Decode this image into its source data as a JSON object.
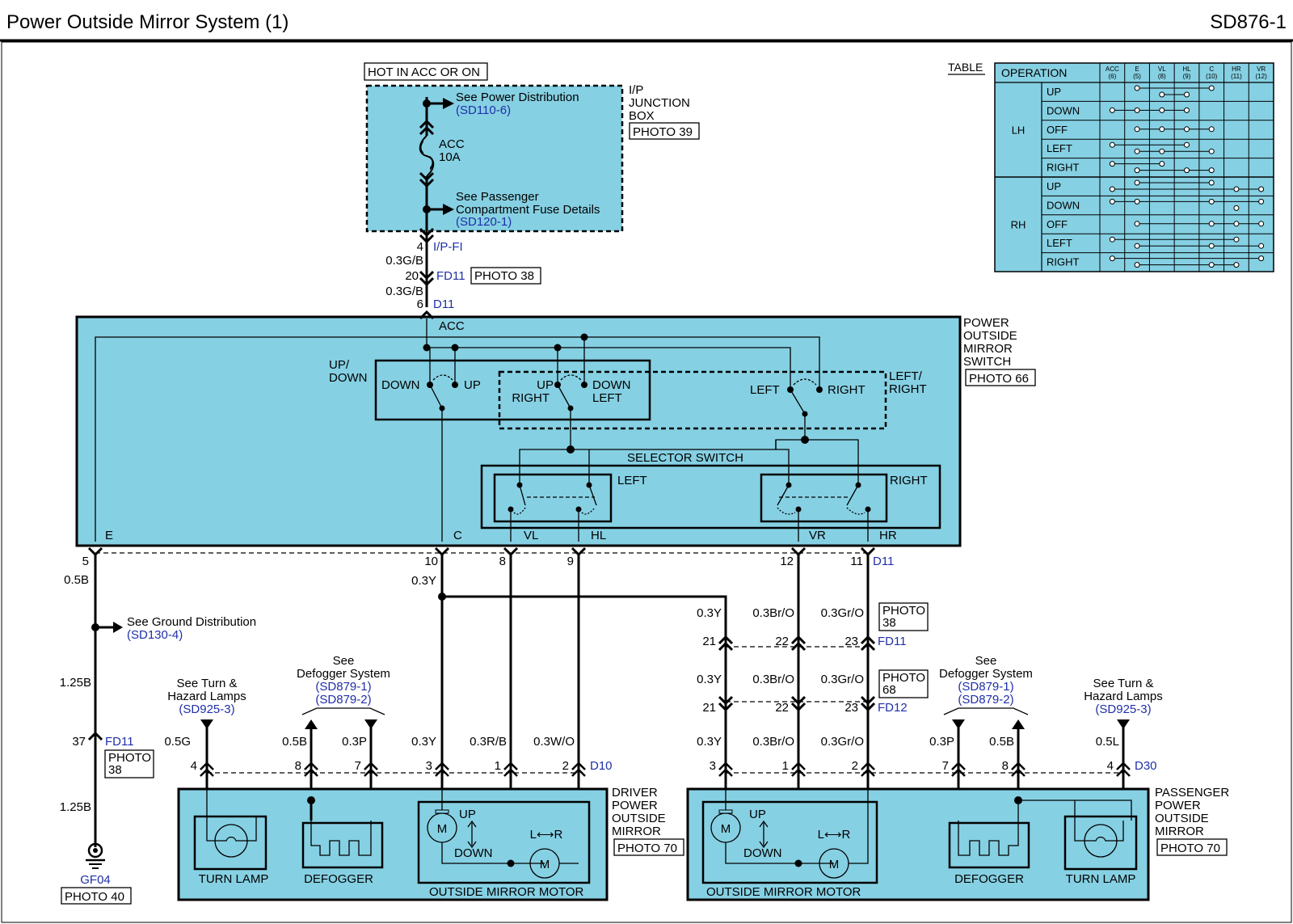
{
  "header": {
    "title": "Power Outside Mirror System (1)",
    "code": "SD876-1"
  },
  "hot": "HOT IN ACC OR ON",
  "jbox": {
    "name1": "I/P",
    "name2": "JUNCTION",
    "name3": "BOX",
    "photo": "PHOTO 39",
    "see_pd": "See Power Distribution",
    "see_pd_ref": "(SD110-6)",
    "fuse1": "ACC",
    "fuse2": "10A",
    "see_pc1": "See Passenger",
    "see_pc2": "Compartment Fuse Details",
    "see_pc_ref": "(SD120-1)"
  },
  "feed": {
    "pin4": "4",
    "ipfi": "I/P-FI",
    "w1": "0.3G/B",
    "pin20": "20",
    "fd11": "FD11",
    "photo38": "PHOTO 38",
    "w2": "0.3G/B",
    "pin6": "6",
    "d11": "D11"
  },
  "sw": {
    "name1": "POWER",
    "name2": "OUTSIDE",
    "name3": "MIRROR",
    "name4": "SWITCH",
    "photo": "PHOTO 66",
    "acc": "ACC",
    "updown1": "UP/",
    "updown2": "DOWN",
    "down": "DOWN",
    "up": "UP",
    "up2": "UP",
    "right2": "RIGHT",
    "down2": "DOWN",
    "left2": "LEFT",
    "left3": "LEFT",
    "right3": "RIGHT",
    "lr1": "LEFT/",
    "lr2": "RIGHT",
    "selector": "SELECTOR SWITCH",
    "sel_left": "LEFT",
    "sel_right": "RIGHT",
    "e": "E",
    "c": "C",
    "vl": "VL",
    "hl": "HL",
    "vr": "VR",
    "hr": "HR"
  },
  "pins": {
    "p5": "5",
    "p10": "10",
    "p8": "8",
    "p9": "9",
    "p12": "12",
    "p11": "11",
    "d11": "D11"
  },
  "ground": {
    "w05b": "0.5B",
    "see": "See Ground Distribution",
    "ref": "(SD130-4)",
    "w125a": "1.25B",
    "pin37": "37",
    "fd11": "FD11",
    "photo1": "PHOTO",
    "photo2": "38",
    "w125b": "1.25B",
    "gf04": "GF04",
    "photo40": "PHOTO 40"
  },
  "mid": {
    "w03y": "0.3Y",
    "c1": {
      "w1": "0.3Y",
      "w2": "0.3Br/O",
      "w3": "0.3Gr/O",
      "p1": "21",
      "p2": "22",
      "p3": "23",
      "fd": "FD11",
      "ph1": "PHOTO",
      "ph2": "38"
    },
    "c2": {
      "w1": "0.3Y",
      "w2": "0.3Br/O",
      "w3": "0.3Gr/O",
      "p1": "21",
      "p2": "22",
      "p3": "23",
      "fd": "FD12",
      "ph1": "PHOTO",
      "ph2": "68"
    }
  },
  "left_side": {
    "turn1": "See Turn &",
    "turn2": "Hazard Lamps",
    "turn_ref": "(SD925-3)",
    "defog1": "See",
    "defog2": "Defogger System",
    "defog_ref1": "(SD879-1)",
    "defog_ref2": "(SD879-2)",
    "wires": [
      "0.5G",
      "0.5B",
      "0.3P",
      "0.3Y",
      "0.3R/B",
      "0.3W/O"
    ],
    "pins": [
      "4",
      "8",
      "7",
      "3",
      "1",
      "2"
    ],
    "d10": "D10",
    "mirror1": "DRIVER",
    "mirror2": "POWER",
    "mirror3": "OUTSIDE",
    "mirror4": "MIRROR",
    "photo": "PHOTO 70",
    "turn_lamp": "TURN LAMP",
    "defogger": "DEFOGGER",
    "motor": "OUTSIDE MIRROR MOTOR",
    "up": "UP",
    "down": "DOWN",
    "lr": "L⟷R",
    "m": "M"
  },
  "right_side": {
    "turn1": "See Turn &",
    "turn2": "Hazard Lamps",
    "turn_ref": "(SD925-3)",
    "defog1": "See",
    "defog2": "Defogger System",
    "defog_ref1": "(SD879-1)",
    "defog_ref2": "(SD879-2)",
    "wires": [
      "0.3Y",
      "0.3Br/O",
      "0.3Gr/O",
      "0.3P",
      "0.5B",
      "0.5L"
    ],
    "pins": [
      "3",
      "1",
      "2",
      "7",
      "8",
      "4"
    ],
    "d30": "D30",
    "mirror1": "PASSENGER",
    "mirror2": "POWER",
    "mirror3": "OUTSIDE",
    "mirror4": "MIRROR",
    "photo": "PHOTO 70",
    "turn_lamp": "TURN LAMP",
    "defogger": "DEFOGGER",
    "motor": "OUTSIDE MIRROR MOTOR",
    "up": "UP",
    "down": "DOWN",
    "lr": "L⟷R",
    "m": "M"
  },
  "table": {
    "label": "TABLE",
    "op": "OPERATION",
    "cols": [
      [
        "ACC",
        "(6)"
      ],
      [
        "E",
        "(5)"
      ],
      [
        "VL",
        "(8)"
      ],
      [
        "HL",
        "(9)"
      ],
      [
        "C",
        "(10)"
      ],
      [
        "HR",
        "(11)"
      ],
      [
        "VR",
        "(12)"
      ]
    ],
    "groups": [
      "LH",
      "RH"
    ],
    "rows": [
      "UP",
      "DOWN",
      "OFF",
      "LEFT",
      "RIGHT",
      "UP",
      "DOWN",
      "OFF",
      "LEFT",
      "RIGHT"
    ]
  }
}
